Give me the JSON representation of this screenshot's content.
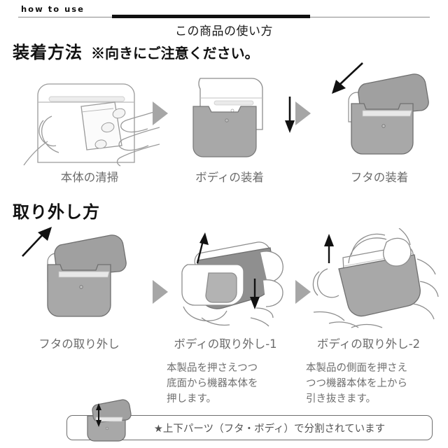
{
  "header": {
    "eyebrow": "how to use",
    "subtitle": "この商品の使い方"
  },
  "sections": [
    {
      "id": "attach",
      "title": "装着方法",
      "note": "※向きにご注意ください。",
      "steps": [
        {
          "caption": "本体の清掃",
          "art": "hand-wiping-case",
          "arrow": "none"
        },
        {
          "caption": "ボディの装着",
          "art": "case-body-attach",
          "arrow": "down"
        },
        {
          "caption": "フタの装着",
          "art": "case-lid-attach",
          "arrow": "diagonal-down-left"
        }
      ],
      "separators": [
        "triangle-right",
        "triangle-right"
      ]
    },
    {
      "id": "detach",
      "title": "取り外し方",
      "note": "",
      "steps": [
        {
          "caption": "フタの取り外し",
          "art": "case-lid-detach",
          "arrow": "up",
          "description": ""
        },
        {
          "caption": "ボディの取り外し-1",
          "art": "hands-squeeze-case",
          "arrow": "up-and-down",
          "description": "本製品を押さえつつ\n底面から機器本体を\n押します。"
        },
        {
          "caption": "ボディの取り外し-2",
          "art": "hands-pull-case",
          "arrow": "up",
          "description": "本製品の側面を押さえ\nつつ機器本体を上から\n引き抜きます。"
        }
      ],
      "separators": [
        "triangle-right",
        "triangle-right"
      ]
    }
  ],
  "banner": {
    "text": "★上下パーツ（フタ・ボディ）で分割されています",
    "icon": "split-case-icon"
  },
  "colors": {
    "body_gray": "#a8a8a8",
    "lid_gray": "#9e9e9e",
    "shade_gray": "#8f8f8f",
    "outline": "#6f6f6f",
    "caption_gray": "#6b6b6b",
    "ink": "#111111",
    "triangle": "#a6a6a6"
  }
}
